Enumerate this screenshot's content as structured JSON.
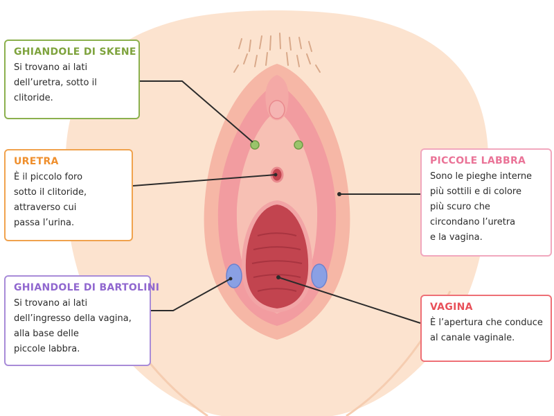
{
  "colors": {
    "skin": "#fce3cf",
    "skin_shadow": "#f5cdb1",
    "outer_labia": "#f6b7a6",
    "inner_labia": "#f29ca0",
    "vestibule": "#f7c0b4",
    "vaginal_opening": "#c2444f",
    "skene_glands": "#9ac46b",
    "bartholin_glands": "#8aa0e4",
    "skene_accent": "#8bb04d",
    "urethra_accent": "#f0a24d",
    "bartholin_accent": "#a88bd8",
    "labia_accent": "#f1a7bd",
    "vagina_accent": "#ee6f76"
  },
  "labels": {
    "skene": {
      "title": "GHIANDOLE DI SKENE",
      "lines": [
        "Si trovano ai lati",
        "dell’uretra, sotto il",
        "clitoride."
      ]
    },
    "uretra": {
      "title": "URETRA",
      "lines": [
        "È il piccolo foro",
        "sotto il clitoride,",
        "attraverso cui",
        "passa l’urina."
      ]
    },
    "bartolini": {
      "title": "GHIANDOLE DI BARTOLINI",
      "lines": [
        "Si trovano ai lati",
        "dell’ingresso della vagina,",
        "alla base delle",
        "piccole labbra."
      ]
    },
    "piccole_labbra": {
      "title": "PICCOLE LABBRA",
      "lines": [
        "Sono le pieghe interne",
        "più sottili e di colore",
        "più scuro che",
        "circondano l’uretra",
        "e la vagina."
      ]
    },
    "vagina": {
      "title": "VAGINA",
      "lines": [
        "È l’apertura che conduce",
        "al canale vaginale."
      ]
    }
  }
}
